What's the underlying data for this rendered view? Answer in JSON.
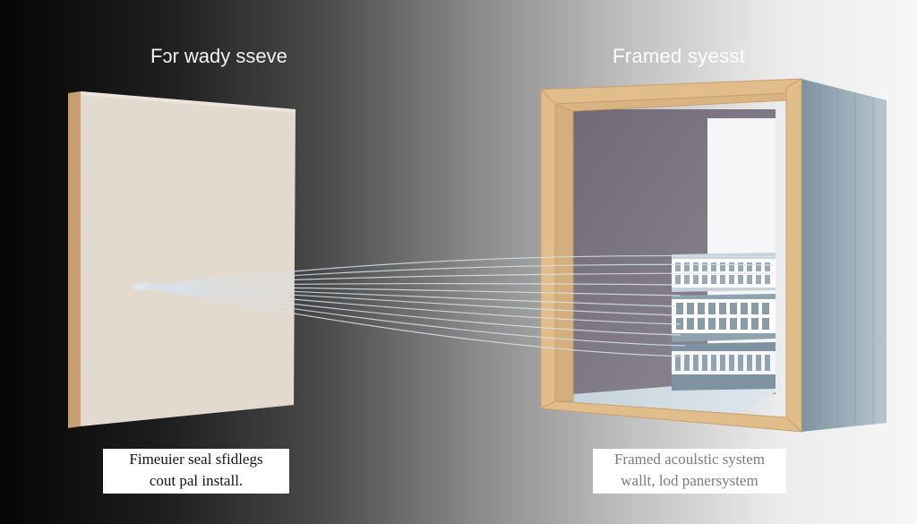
{
  "titles": {
    "left": "Fɔr wady sseve",
    "right": "Framed  syesst"
  },
  "captions": {
    "left": [
      "Fimeuier seal sfidlegs",
      "cout pal install."
    ],
    "right": [
      "Framed acoulstic system",
      "wallt, lod panersystem"
    ]
  },
  "colors": {
    "panel_face": "#e6ddd2",
    "panel_edge": "#c9a27a",
    "frame_wood": "#e2bf8e",
    "back_wall": "#8b8590",
    "side_wall": "#93a6b2",
    "sound_lines": "#d8e4ee"
  },
  "elements": {
    "panel": "flat-acoustic-panel",
    "frame": "wooden-frame-box",
    "stack": "honeycomb-panel-stack",
    "waves": "sound-wave-lines"
  }
}
